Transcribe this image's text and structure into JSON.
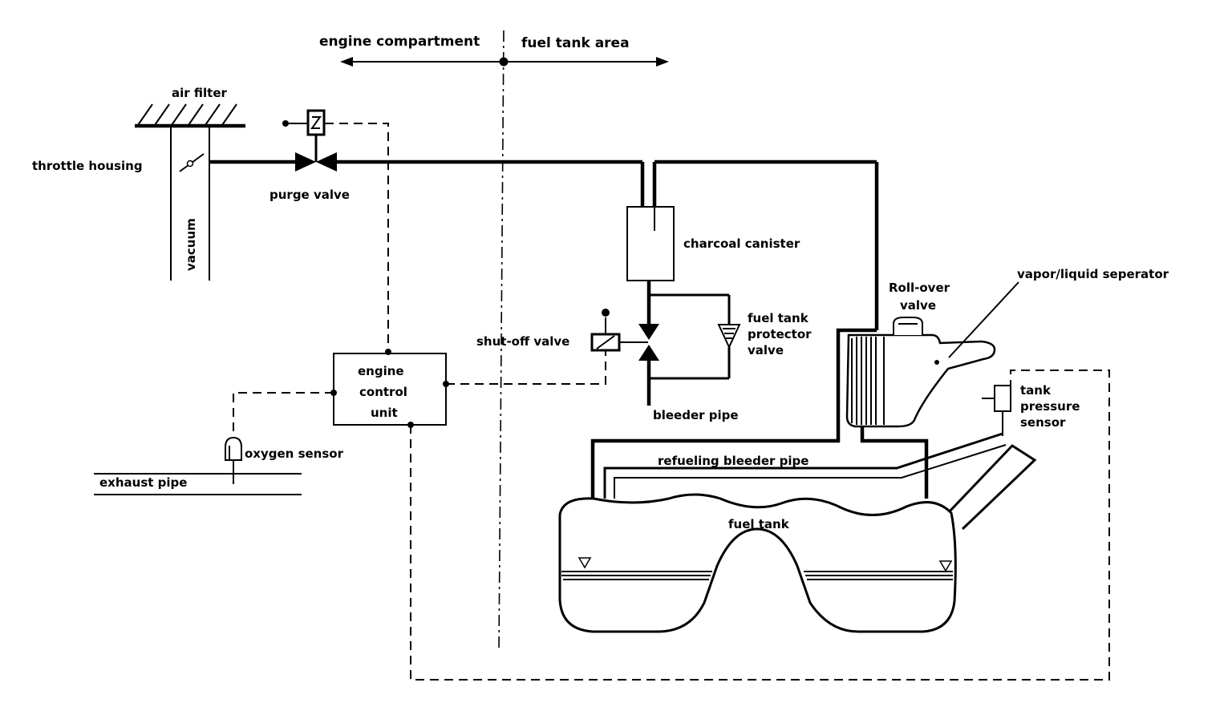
{
  "zones": {
    "left": "engine compartment",
    "right": "fuel tank area"
  },
  "labels": {
    "air_filter": "air filter",
    "throttle_housing": "throttle housing",
    "vacuum": "vacuum",
    "purge_valve": "purge valve",
    "charcoal_canister": "charcoal canister",
    "roll_over_valve_1": "Roll-over",
    "roll_over_valve_2": "valve",
    "vapor_liquid_separator": "vapor/liquid seperator",
    "fuel_tank_protector_1": "fuel tank",
    "fuel_tank_protector_2": "protector",
    "fuel_tank_protector_3": "valve",
    "shut_off_valve": "shut-off valve",
    "engine_control_unit_1": "engine",
    "engine_control_unit_2": "control",
    "engine_control_unit_3": "unit",
    "bleeder_pipe": "bleeder pipe",
    "tank_pressure_sensor_1": "tank",
    "tank_pressure_sensor_2": "pressure",
    "tank_pressure_sensor_3": "sensor",
    "oxygen_sensor": "oxygen sensor",
    "exhaust_pipe": "exhaust pipe",
    "refueling_bleeder_pipe": "refueling bleeder pipe",
    "fuel_tank": "fuel tank"
  }
}
